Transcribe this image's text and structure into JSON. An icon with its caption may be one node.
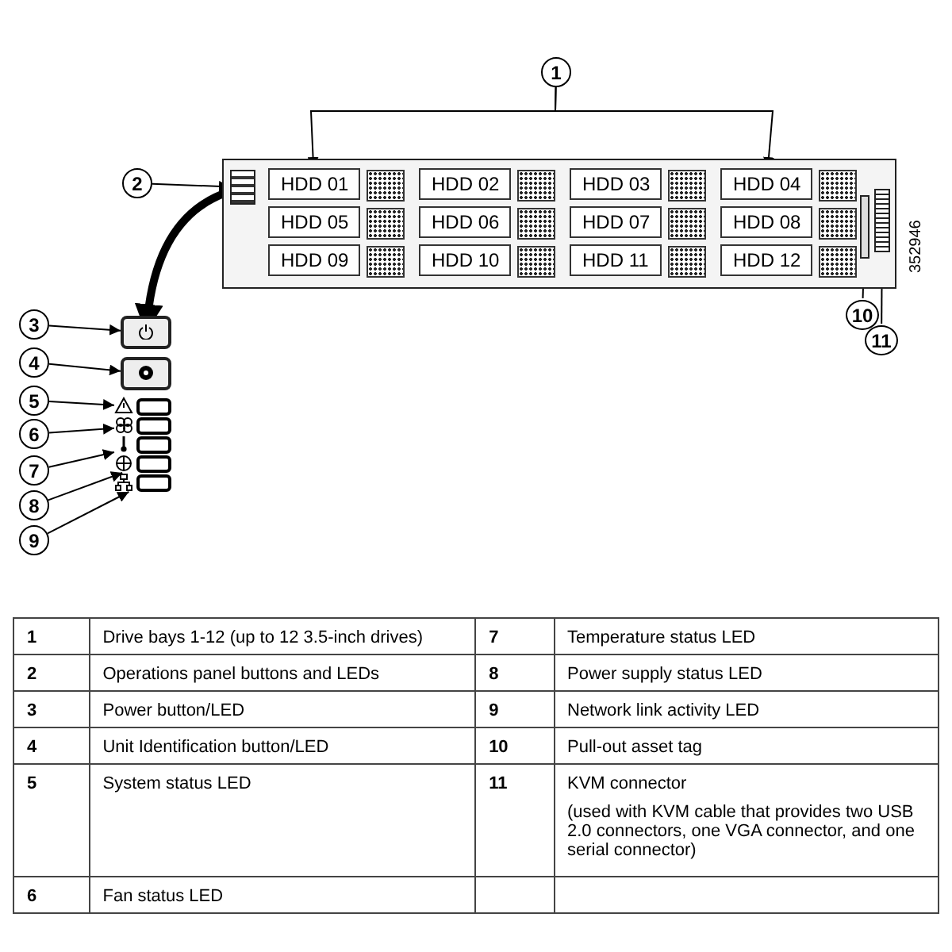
{
  "diagram": {
    "nodes": [
      {
        "text": [],
        "shape": "box"
      },
      {
        "text": [
          "HDD 01"
        ],
        "in": 0
      },
      {
        "text": [
          "HDD 02"
        ],
        "in": 0
      },
      {
        "text": [
          "HDD 03"
        ],
        "in": 0
      },
      {
        "text": [
          "HDD 04"
        ],
        "in": 0
      },
      {
        "text": [
          "HDD 05"
        ],
        "in": 0
      },
      {
        "text": [
          "HDD 06"
        ],
        "in": 0
      },
      {
        "text": [
          "HDD 07"
        ],
        "in": 0
      },
      {
        "text": [
          "HDD 08"
        ],
        "in": 0
      },
      {
        "text": [
          "HDD 09"
        ],
        "in": 0
      },
      {
        "text": [
          "HDD 10"
        ],
        "in": 0
      },
      {
        "text": [
          "HDD 11"
        ],
        "in": 0
      },
      {
        "text": [
          "HDD 12"
        ],
        "in": 0
      },
      {
        "text": [],
        "shape": "box",
        "in": 0
      },
      {
        "text": [],
        "shape": "bar",
        "in": 0
      },
      {
        "text": [],
        "shape": "box",
        "in": 0
      },
      {
        "text": [
          "1"
        ]
      },
      {
        "text": [
          "2"
        ]
      },
      {
        "text": [
          "10"
        ]
      },
      {
        "text": [
          "11"
        ]
      },
      {
        "text": [],
        "shape": "box"
      },
      {
        "text": [],
        "shape": "box"
      },
      {
        "text": [],
        "shape": "box"
      },
      {
        "text": [],
        "shape": "box"
      },
      {
        "text": [],
        "shape": "box"
      },
      {
        "text": [],
        "shape": "box"
      },
      {
        "text": [],
        "shape": "box"
      },
      {
        "text": [
          "3"
        ]
      },
      {
        "text": [
          "4"
        ]
      },
      {
        "text": [
          "5"
        ]
      },
      {
        "text": [
          "6"
        ]
      },
      {
        "text": [
          "7"
        ]
      },
      {
        "text": [
          "8"
        ]
      },
      {
        "text": [
          "9"
        ]
      }
    ],
    "edges": [
      {
        "from": 16,
        "to": 1,
        "arrow": "to"
      },
      {
        "from": 16,
        "to": 4,
        "arrow": "to"
      },
      {
        "from": 17,
        "to": 13,
        "arrow": "to"
      },
      {
        "from": 18,
        "to": 14,
        "arrow": "to"
      },
      {
        "from": 19,
        "to": 15,
        "arrow": "to"
      },
      {
        "from": 27,
        "to": 20,
        "arrow": "to"
      },
      {
        "from": 28,
        "to": 21,
        "arrow": "to"
      },
      {
        "from": 29,
        "to": 22,
        "arrow": "to"
      },
      {
        "from": 30,
        "to": 23,
        "arrow": "to"
      },
      {
        "from": 31,
        "to": 24,
        "arrow": "to"
      },
      {
        "from": 32,
        "to": 25,
        "arrow": "to"
      },
      {
        "from": 33,
        "to": 26,
        "arrow": "to"
      },
      {
        "from": 13,
        "to": 20,
        "arrow": "to",
        "style": "thick"
      }
    ],
    "labels": [
      "352946",
      "1",
      "Drive bays 1-12 (up to 12 3.5-inch drives)",
      "7",
      "Temperature status LED",
      "2",
      "Operations panel buttons and LEDs",
      "8",
      "Power supply status LED",
      "3",
      "Power button/LED",
      "9",
      "Network link activity LED",
      "4",
      "Unit Identification button/LED",
      "10",
      "Pull-out asset tag",
      "5",
      "System status LED",
      "11",
      "KVM connector",
      "(used with KVM cable that provides two USB 2.0 connectors, one VGA connector, and one serial connector)",
      "6",
      "Fan status LED"
    ]
  }
}
